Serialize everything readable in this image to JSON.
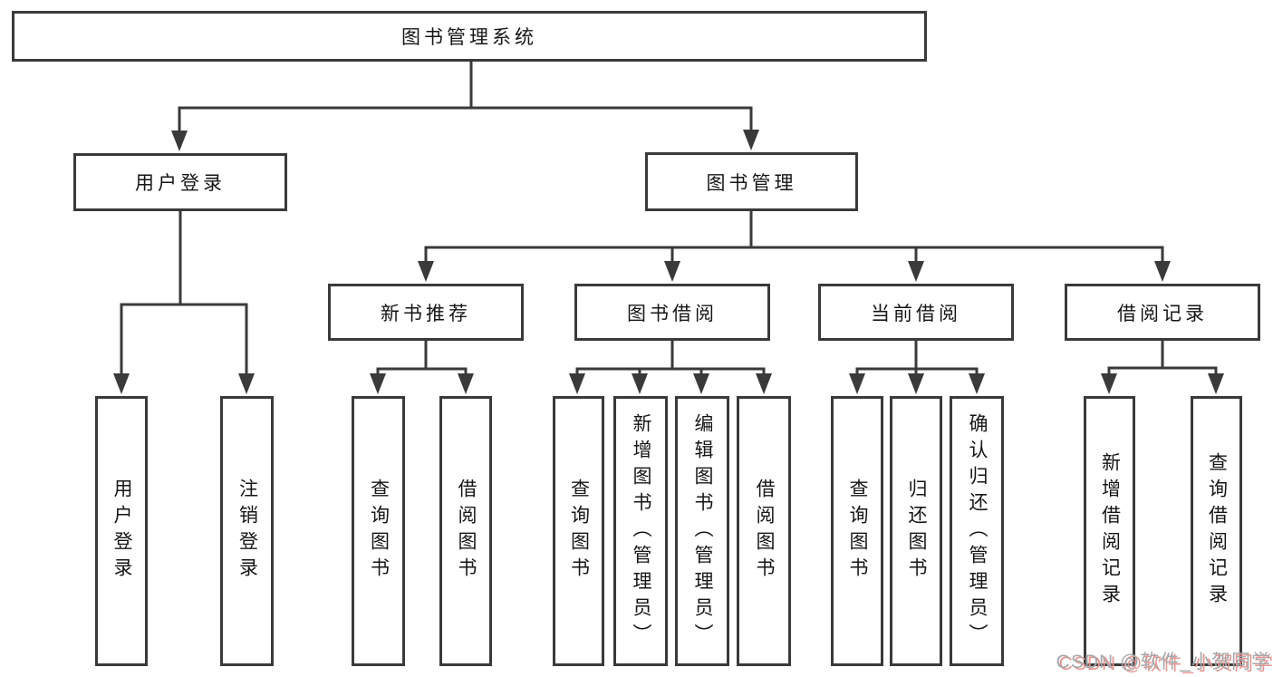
{
  "tree": {
    "root": "图书管理系统",
    "children": [
      {
        "label": "用户登录",
        "children": [
          "用户登录",
          "注销登录"
        ]
      },
      {
        "label": "图书管理",
        "children": [
          {
            "label": "新书推荐",
            "children": [
              "查询图书",
              "借阅图书"
            ]
          },
          {
            "label": "图书借阅",
            "children": [
              "查询图书",
              "新增图书（管理员）",
              "编辑图书（管理员）",
              "借阅图书"
            ]
          },
          {
            "label": "当前借阅",
            "children": [
              "查询图书",
              "归还图书",
              "确认归还（管理员）"
            ]
          },
          {
            "label": "借阅记录",
            "children": [
              "新增借阅记录",
              "查询借阅记录"
            ]
          }
        ]
      }
    ]
  },
  "watermark": "CSDN @软件_小贺同学",
  "colors": {
    "line": "#3a3a3a",
    "border": "#3a3a3a",
    "text": "#161616",
    "background": "#ffffff",
    "watermark_gray": "#a6a7ab",
    "watermark_red": "#e8958f"
  }
}
